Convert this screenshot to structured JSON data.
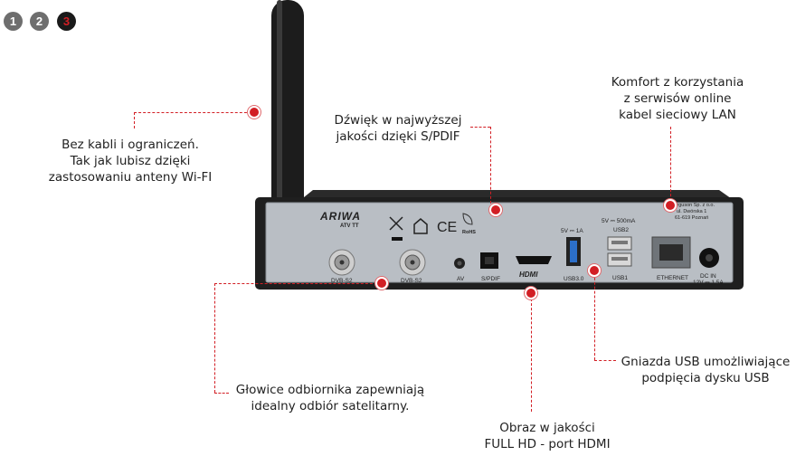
{
  "steps": [
    {
      "label": "1",
      "active": false
    },
    {
      "label": "2",
      "active": false
    },
    {
      "label": "3",
      "active": true
    }
  ],
  "callouts": {
    "wifi": [
      "Bez kabli i ograniczeń.",
      "Tak jak lubisz dzięki",
      "zastosowaniu anteny Wi-FI"
    ],
    "spdif": [
      "Dźwięk w najwyższej",
      "jakości dzięki S/PDIF"
    ],
    "lan": [
      "Komfort z korzystania",
      "z serwisów online",
      "kabel sieciowy LAN"
    ],
    "usb": [
      "Gniazda USB umożliwiające",
      "podpięcia dysku USB"
    ],
    "tuner": [
      "Głowice odbiornika zapewniają",
      "idealny odbiór satelitarny."
    ],
    "hdmi": [
      "Obraz w jakości",
      "FULL HD - port HDMI"
    ]
  },
  "device": {
    "brand": "ARIWA",
    "model": "ATV TT",
    "labels": {
      "dvb1": "DVB-S2",
      "dvb2": "DVB-S2",
      "av": "AV",
      "spdif": "S/PDIF",
      "hdmi_logo": "HDMI",
      "usb3": "USB3.0",
      "usb3_rating": "5V ⎓ 1A",
      "usb2_rating": "5V ⎓ 500mA",
      "usb2": "USB2",
      "usb1": "USB1",
      "ethernet": "ETHERNET",
      "dcin": "DC IN",
      "dcin_rating": "12V ⎓ 1.5A",
      "rohs": "RoHS"
    },
    "maker": [
      "Ferguson Sp. z o.o.",
      "ul. Dwórska 1",
      "61-619 Poznań"
    ]
  },
  "colors": {
    "accent": "#d21e24",
    "panel": "#b9bec4",
    "case": "#222222"
  }
}
